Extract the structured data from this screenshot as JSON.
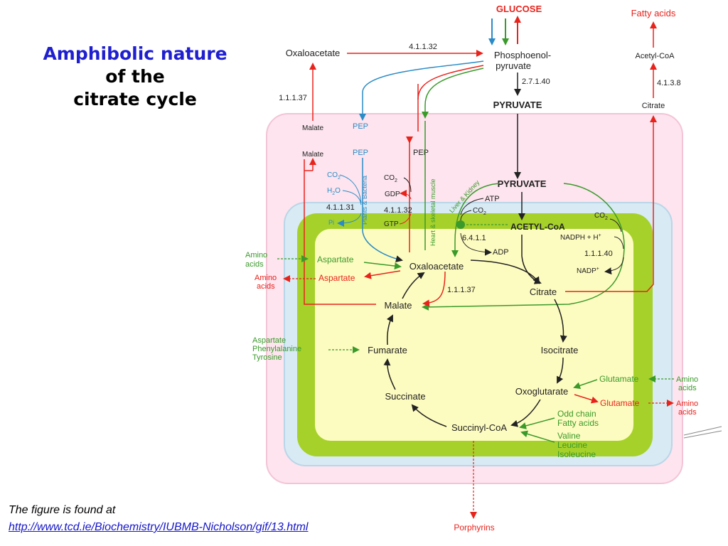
{
  "title": {
    "line1": "Amphibolic nature",
    "line2": "of the",
    "line3": "citrate cycle"
  },
  "caption": {
    "text": "The figure is found at",
    "link": "http://www.tcd.ie/Biochemistry/IUBMB-Nicholson/gif/13.html"
  },
  "colors": {
    "red": "#e8231c",
    "green": "#3a9a2a",
    "blue": "#2a8bc6",
    "black": "#222222",
    "cell_pink": "#fde4ee",
    "mito_blue": "#d8eaf4",
    "lime": "#a6d12a",
    "matrix": "#fdfcc0"
  },
  "diagram": {
    "glucose": "GLUCOSE",
    "fatty_acids": "Fatty acids",
    "acetyl_coa_top": "Acetyl-CoA",
    "ec_4138": "4.1.3.8",
    "citrate_top": "Citrate",
    "oxaloacetate_top": "Oxaloacetate",
    "ec_41132_top": "4.1.1.32",
    "pep_full_1": "Phosphoenol-",
    "pep_full_2": "pyruvate",
    "ec_27140": "2.7.1.40",
    "pyruvate_cyto": "PYRUVATE",
    "ec_11137_top": "1.1.1.37",
    "malate_1": "Malate",
    "malate_2": "Malate",
    "pep_blue_1": "PEP",
    "pep_blue_2": "PEP",
    "pep_black": "PEP",
    "co2_blue": "CO",
    "h2o": "H",
    "ec_41131": "4.1.1.31",
    "pi": "Pi",
    "plants_bacteria": "Plants & Bacteria",
    "co2_red": "CO",
    "gdp": "GDP",
    "ec_41132": "4.1.1.32",
    "gtp": "GTP",
    "heart_muscle": "Heart & skeletal muscle",
    "liver_kidney": "Liver & Kidney",
    "pyruvate_mito": "PYRUVATE",
    "atp": "ATP",
    "co2_green": "CO",
    "acetyl_coa": "ACETYL-CoA",
    "ec_6411": "6.4.1.1",
    "adp": "ADP",
    "co2_right": "CO",
    "nadph": "NADPH + H",
    "ec_11140": "1.1.1.40",
    "nadp": "NADP",
    "amino_acids_g1": "Amino",
    "amino_acids_g2": "acids",
    "aspartate_g": "Aspartate",
    "amino_acids_r1": "Amino",
    "amino_acids_r2": "acids",
    "aspartate_r": "Aspartate",
    "oxaloacetate": "Oxaloacetate",
    "ec_11137": "1.1.1.37",
    "citrate": "Citrate",
    "malate": "Malate",
    "aspartate_in": "Aspartate",
    "phenylalanine_in": "Phenylalanine",
    "tyrosine_in": "Tyrosine",
    "fumarate": "Fumarate",
    "isocitrate": "Isocitrate",
    "glutamate_g": "Glutamate",
    "amino_acids_rg1": "Amino",
    "amino_acids_rg2": "acids",
    "oxoglutarate": "Oxoglutarate",
    "glutamate_r": "Glutamate",
    "amino_acids_rr1": "Amino",
    "amino_acids_rr2": "acids",
    "succinate": "Succinate",
    "succinyl_coa": "Succinyl-CoA",
    "odd_chain_1": "Odd chain",
    "odd_chain_2": "Fatty acids",
    "valine": "Valine",
    "leucine": "Leucine",
    "isoleucine": "Isoleucine",
    "porphyrins": "Porphyrins",
    "sub2": "2",
    "sup_plus": "+"
  }
}
